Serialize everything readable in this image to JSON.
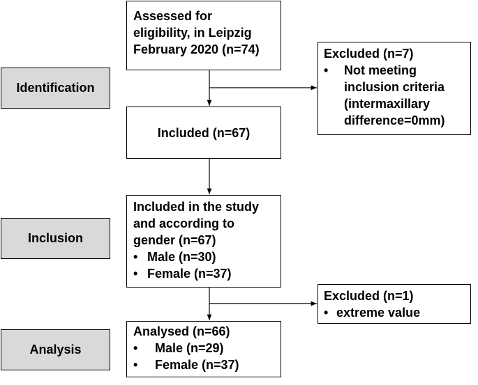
{
  "stages": {
    "identification": "Identification",
    "inclusion": "Inclusion",
    "analysis": "Analysis"
  },
  "assessed": {
    "lines": [
      "Assessed for",
      "eligibility, in Leipzig",
      "February 2020 (n=74)"
    ]
  },
  "excluded_1": {
    "title": "Excluded (n=7)",
    "bullet": "•",
    "item_lines": [
      "Not meeting",
      "inclusion criteria",
      "(intermaxillary",
      "difference=0mm)"
    ]
  },
  "included": {
    "label": "Included (n=67)"
  },
  "included_study": {
    "lines": [
      "Included in the study",
      "and according to",
      "gender (n=67)"
    ],
    "bullet": "•",
    "items": [
      "Male (n=30)",
      "Female (n=37)"
    ]
  },
  "excluded_2": {
    "title": "Excluded (n=1)",
    "bullet": "•",
    "item": "extreme value"
  },
  "analysed": {
    "title": "Analysed (n=66)",
    "bullet": "•",
    "items": [
      "Male (n=29)",
      "Female (n=37)"
    ]
  }
}
